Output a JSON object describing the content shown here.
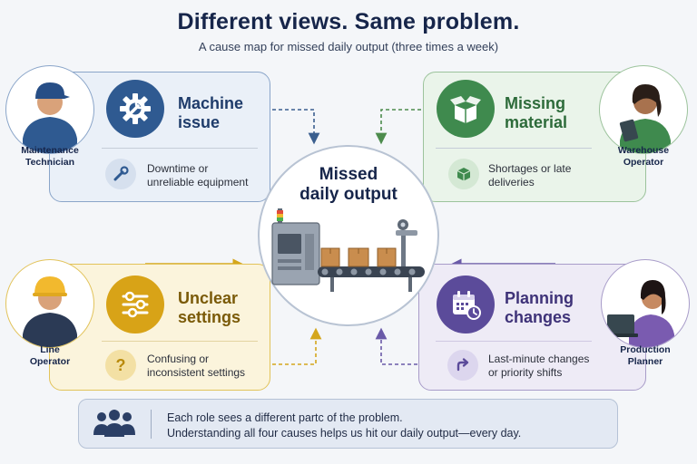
{
  "header": {
    "title": "Different views. Same problem.",
    "subtitle": "A cause map for missed daily output (three times a week)"
  },
  "center": {
    "line1": "Missed",
    "line2": "daily output"
  },
  "causes": [
    {
      "title_1": "Machine",
      "title_2": "issue",
      "desc_1": "Downtime or",
      "desc_2": "unreliable equipment",
      "role_1": "Maintenance",
      "role_2": "Technician",
      "icon": "gear-wrench-icon",
      "small_icon": "wrench-icon",
      "accent": "#2f5a91"
    },
    {
      "title_1": "Missing",
      "title_2": "material",
      "desc_1": "Shortages or late",
      "desc_2": "deliveries",
      "role_1": "Warehouse",
      "role_2": "Operator",
      "icon": "open-box-icon",
      "small_icon": "cube-icon",
      "accent": "#3f8a4e"
    },
    {
      "title_1": "Unclear",
      "title_2": "settings",
      "desc_1": "Confusing or",
      "desc_2": "inconsistent settings",
      "role_1": "Line",
      "role_2": "Operator",
      "icon": "sliders-icon",
      "small_icon": "question-icon",
      "accent": "#d8a317"
    },
    {
      "title_1": "Planning",
      "title_2": "changes",
      "desc_1": "Last-minute changes",
      "desc_2": "or priority shifts",
      "role_1": "Production",
      "role_2": "Planner",
      "icon": "calendar-clock-icon",
      "small_icon": "redirect-arrow-icon",
      "accent": "#5b4b9a"
    }
  ],
  "footer": {
    "line1": "Each role sees a different partc of the problem.",
    "line2": "Understanding all four causes helps us hit our daily output—every day.",
    "icon": "team-icon"
  }
}
